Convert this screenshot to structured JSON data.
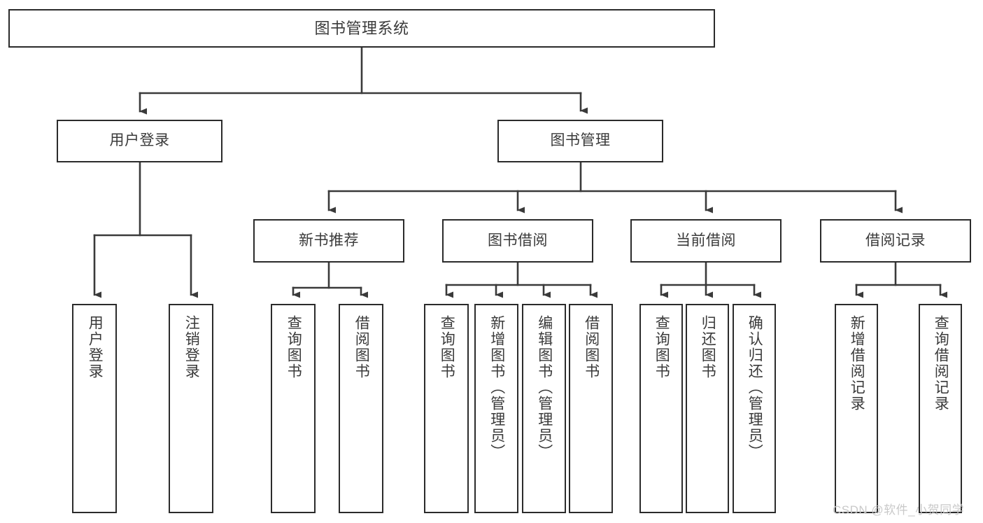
{
  "diagram": {
    "type": "tree",
    "title": "图书管理系统",
    "orientation": "top-down",
    "colors": {
      "box_border": "#2b2b2b",
      "box_fill": "#ffffff",
      "connector": "#3a3a3a",
      "text": "#3a3a3a",
      "watermark": "#c9c9c9",
      "background": "#ffffff"
    },
    "root": {
      "id": "root",
      "label": "图书管理系统"
    },
    "level1": [
      {
        "id": "user-login",
        "label": "用户登录"
      },
      {
        "id": "book-management",
        "label": "图书管理"
      }
    ],
    "level2": [
      {
        "id": "new-book-recommend",
        "label": "新书推荐",
        "parent": "book-management"
      },
      {
        "id": "book-borrow",
        "label": "图书借阅",
        "parent": "book-management"
      },
      {
        "id": "current-borrow",
        "label": "当前借阅",
        "parent": "book-management"
      },
      {
        "id": "borrow-record",
        "label": "借阅记录",
        "parent": "book-management"
      }
    ],
    "leaves": {
      "user_login": [
        {
          "id": "leaf-user-login",
          "label": "用户登录"
        },
        {
          "id": "leaf-logout-login",
          "label": "注销登录"
        }
      ],
      "new_book_recommend": [
        {
          "id": "leaf-query-book-1",
          "label": "查询图书"
        },
        {
          "id": "leaf-borrow-book-1",
          "label": "借阅图书"
        }
      ],
      "book_borrow": [
        {
          "id": "leaf-query-book-2",
          "label": "查询图书"
        },
        {
          "id": "leaf-add-book",
          "label": "新增图书（管理员）"
        },
        {
          "id": "leaf-edit-book",
          "label": "编辑图书（管理员）"
        },
        {
          "id": "leaf-borrow-book-2",
          "label": "借阅图书"
        }
      ],
      "current_borrow": [
        {
          "id": "leaf-query-book-3",
          "label": "查询图书"
        },
        {
          "id": "leaf-return-book",
          "label": "归还图书"
        },
        {
          "id": "leaf-confirm-return",
          "label": "确认归还（管理员）"
        }
      ],
      "borrow_record": [
        {
          "id": "leaf-add-record",
          "label": "新增借阅记录"
        },
        {
          "id": "leaf-query-record",
          "label": "查询借阅记录"
        }
      ]
    }
  },
  "watermark": {
    "text": "CSDN @软件_小贺同学"
  }
}
